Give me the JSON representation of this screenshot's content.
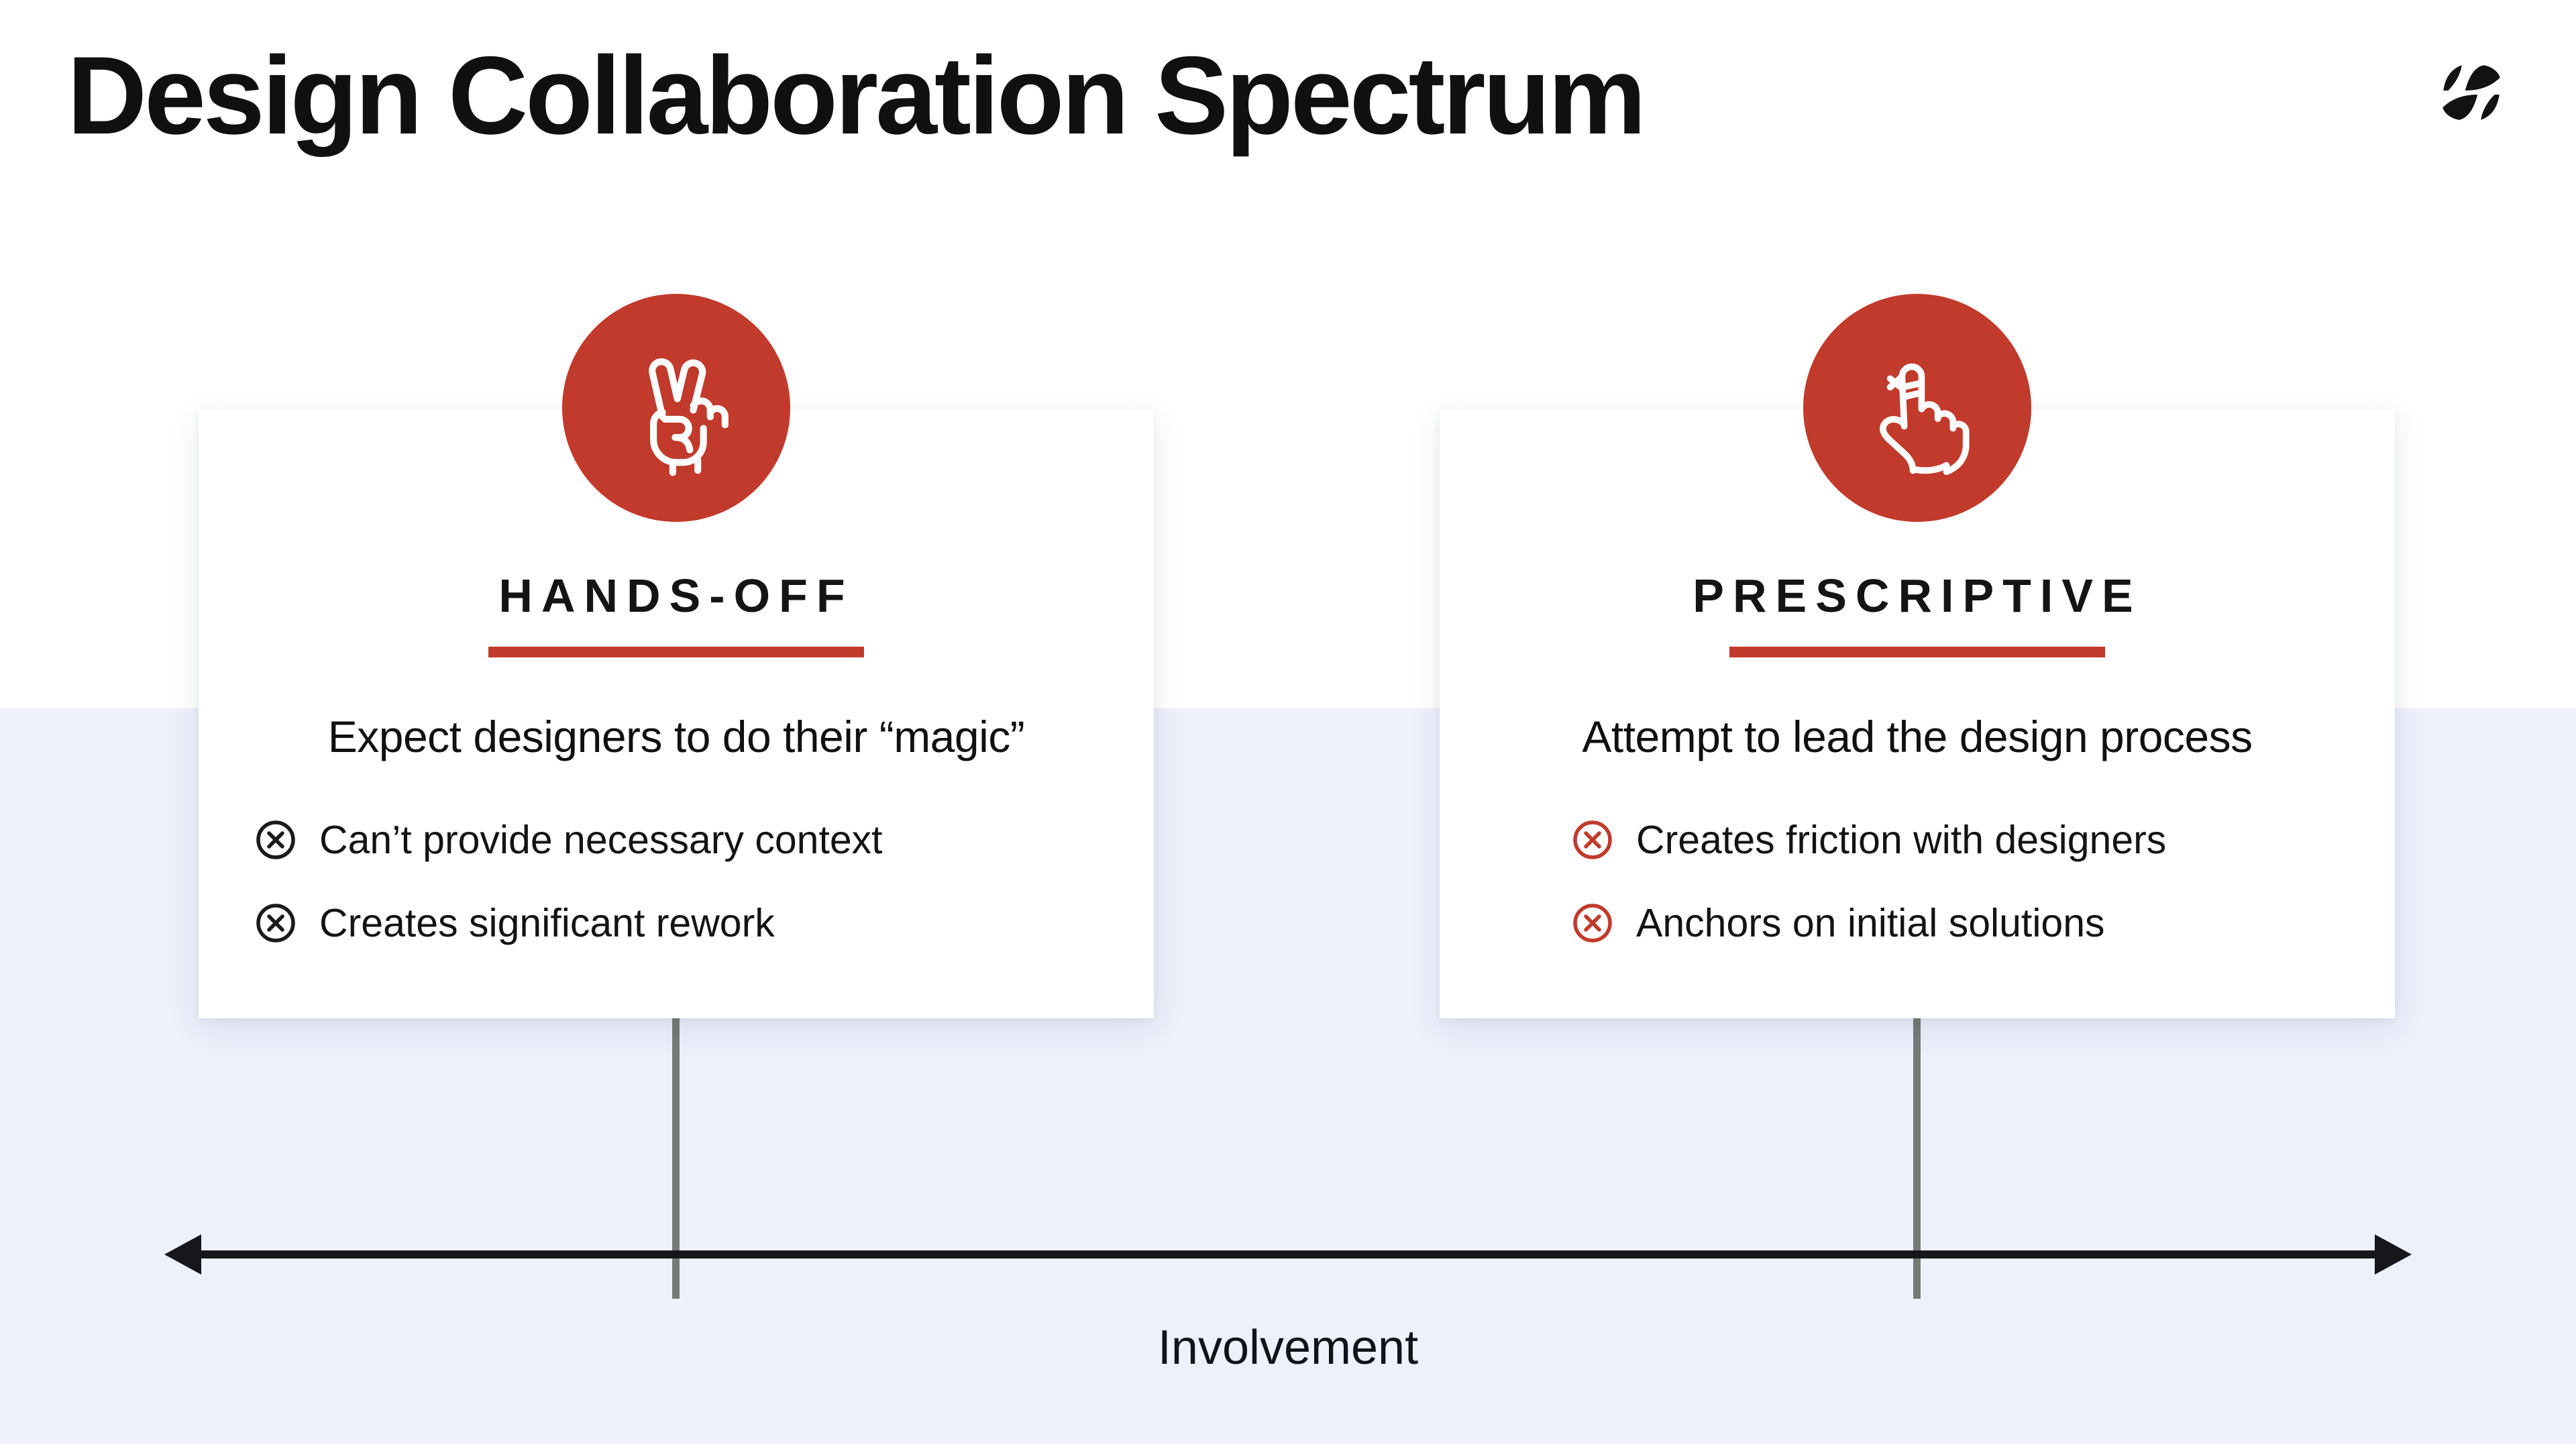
{
  "header": {
    "title": "Design Collaboration Spectrum",
    "logo": "pinwheel-brand-mark"
  },
  "colors": {
    "accent_red": "#c13a2b",
    "band_lavender": "#eef0fc",
    "ink_black": "#101010",
    "stem_gray": "#767b76"
  },
  "cards": [
    {
      "id": "hands-off",
      "icon": "peace-hand-icon",
      "title": "HANDS-OFF",
      "description": "Expect designers to do their “magic”",
      "bullet_icon_color": "#1a1a1a",
      "bullets": [
        {
          "icon": "circled-x-icon",
          "label": "Can’t provide necessary context"
        },
        {
          "icon": "circled-x-icon",
          "label": "Creates significant rework"
        }
      ],
      "axis_position": "low involvement"
    },
    {
      "id": "prescriptive",
      "icon": "pointing-hand-reminder-icon",
      "title": "PRESCRIPTIVE",
      "description": "Attempt to lead the design process",
      "bullet_icon_color": "#c13a2b",
      "bullets": [
        {
          "icon": "circled-x-icon",
          "label": "Creates friction with designers"
        },
        {
          "icon": "circled-x-icon",
          "label": "Anchors on initial solutions"
        }
      ],
      "axis_position": "high involvement"
    }
  ],
  "axis": {
    "label": "Involvement",
    "direction": "double-arrow"
  }
}
